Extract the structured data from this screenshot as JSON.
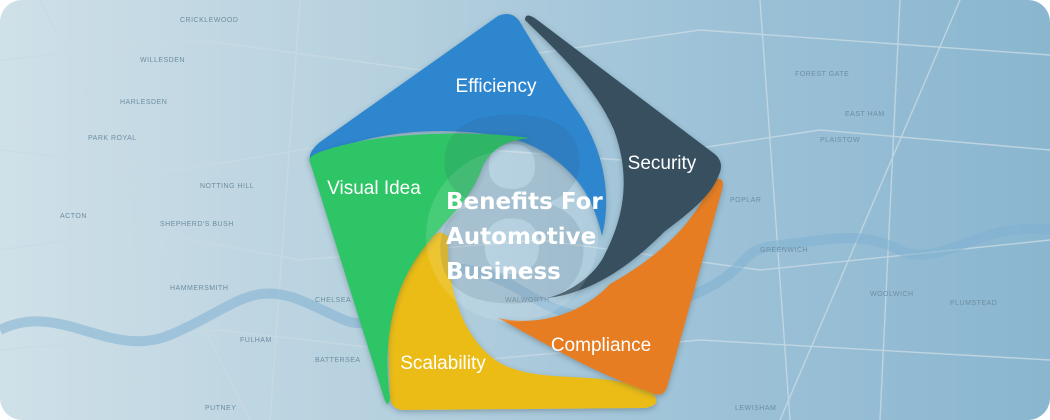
{
  "diagram": {
    "center_lines": [
      "Benefits For",
      "Automotive",
      "Business"
    ],
    "watermark_digit": "8",
    "segments": [
      {
        "label": "Efficiency",
        "color": "#2d86cf"
      },
      {
        "label": "Security",
        "color": "#38505e"
      },
      {
        "label": "Compliance",
        "color": "#e67d22"
      },
      {
        "label": "Scalability",
        "color": "#ebbc16"
      },
      {
        "label": "Visual Idea",
        "color": "#2ec566"
      }
    ]
  },
  "map": {
    "places": [
      "CRICKLEWOOD",
      "WILLESDEN",
      "HARLESDEN",
      "PARK ROYAL",
      "NOTTING HILL",
      "ACTON",
      "SHEPHERD'S BUSH",
      "HAMMERSMITH",
      "CHELSEA",
      "FULHAM",
      "BATTERSEA",
      "WALWORTH",
      "POPLAR",
      "GREENWICH",
      "WOOLWICH",
      "PLUMSTEAD",
      "FOREST GATE",
      "EAST HAM",
      "PLAISTOW",
      "PUTNEY",
      "LEWISHAM"
    ]
  }
}
